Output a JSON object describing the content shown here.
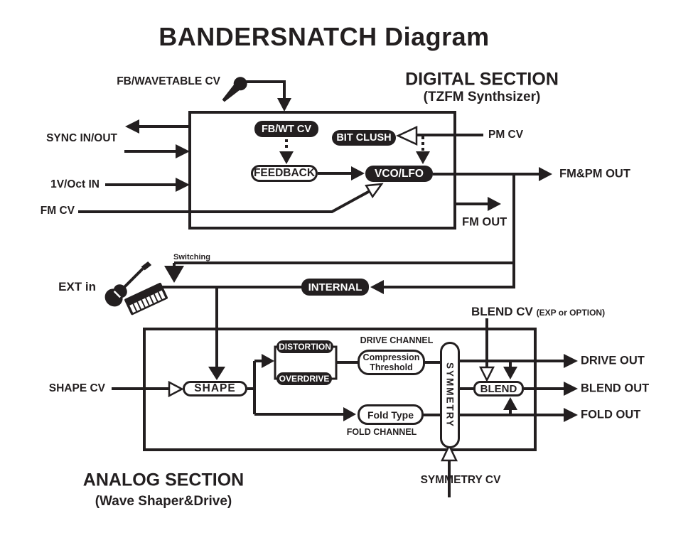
{
  "title": "BANDERSNATCH Diagram",
  "colors": {
    "ink": "#231f20",
    "paper": "#ffffff"
  },
  "digital_section": {
    "title": "DIGITAL SECTION",
    "subtitle": "(TZFM Synthsizer)",
    "inputs": {
      "fb_wavetable_cv": "FB/WAVETABLE CV",
      "sync_in_out": "SYNC IN/OUT",
      "v_oct_in": "1V/Oct IN",
      "fm_cv": "FM CV",
      "pm_cv": "PM CV"
    },
    "outputs": {
      "fm_pm_out": "FM&PM OUT",
      "fm_out": "FM OUT"
    },
    "blocks": {
      "fb_wt_cv": "FB/WT CV",
      "bit_clush": "BIT CLUSH",
      "feedback": "FEEDBACK",
      "vco_lfo": "VCO/LFO"
    }
  },
  "routing": {
    "ext_in": "EXT in",
    "switching": "Switching",
    "internal": "INTERNAL"
  },
  "analog_section": {
    "title": "ANALOG SECTION",
    "subtitle": "(Wave Shaper&Drive)",
    "inputs": {
      "shape_cv": "SHAPE CV",
      "blend_cv": "BLEND CV",
      "blend_cv_note": "(EXP or OPTION)",
      "symmetry_cv": "SYMMETRY CV"
    },
    "outputs": {
      "drive_out": "DRIVE OUT",
      "blend_out": "BLEND OUT",
      "fold_out": "FOLD OUT"
    },
    "channels": {
      "drive": "DRIVE CHANNEL",
      "fold": "FOLD CHANNEL"
    },
    "blocks": {
      "shape": "SHAPE",
      "distortion": "DISTORTION",
      "overdrive": "OVERDRIVE",
      "compression_line1": "Compression",
      "compression_line2": "Threshold",
      "fold_type": "Fold Type",
      "symmetry": "SYMMETRY",
      "blend": "BLEND"
    }
  }
}
